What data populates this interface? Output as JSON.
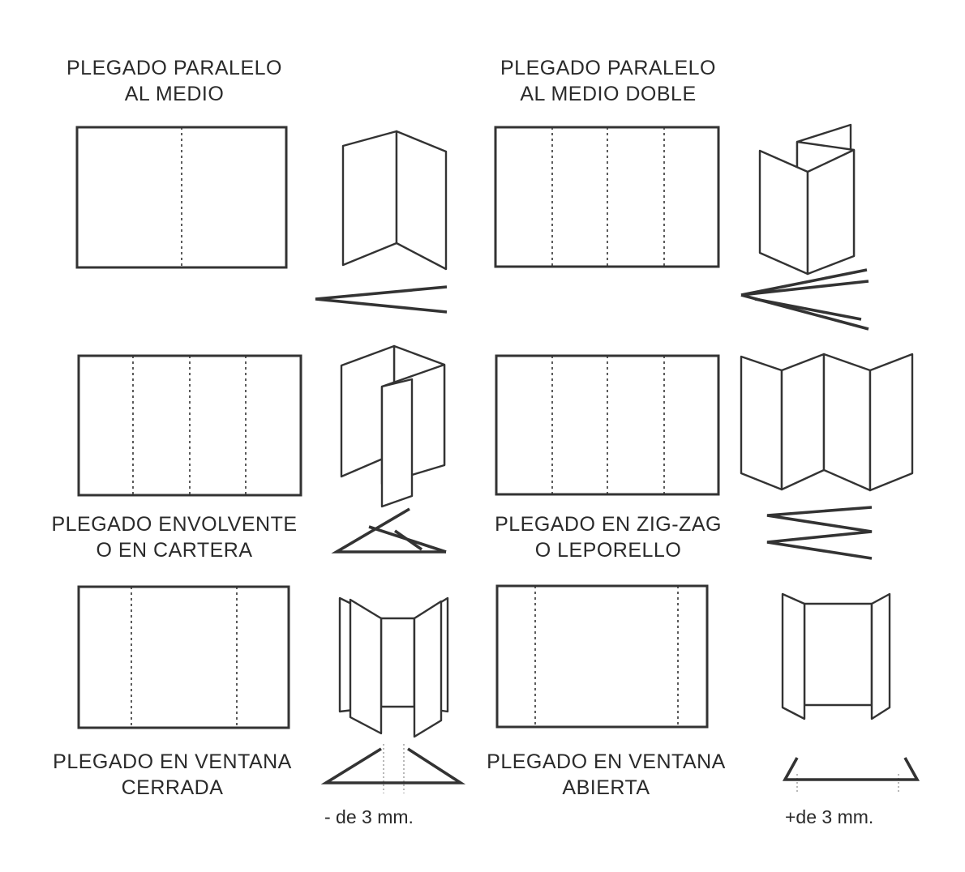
{
  "panels": {
    "parallel_half": {
      "caption_line1": "PLEGADO PARALELO",
      "caption_line2": "AL MEDIO"
    },
    "parallel_double": {
      "caption_line1": "PLEGADO PARALELO",
      "caption_line2": "AL MEDIO DOBLE"
    },
    "wrap": {
      "caption_line1": "PLEGADO ENVOLVENTE",
      "caption_line2": "O EN CARTERA"
    },
    "zigzag": {
      "caption_line1": "PLEGADO EN ZIG-ZAG",
      "caption_line2": "O LEPORELLO"
    },
    "window_closed": {
      "caption_line1": "PLEGADO EN VENTANA",
      "caption_line2": "CERRADA",
      "note": "- de 3 mm."
    },
    "window_open": {
      "caption_line1": "PLEGADO EN VENTANA",
      "caption_line2": "ABIERTA",
      "note": "+de 3 mm."
    }
  }
}
